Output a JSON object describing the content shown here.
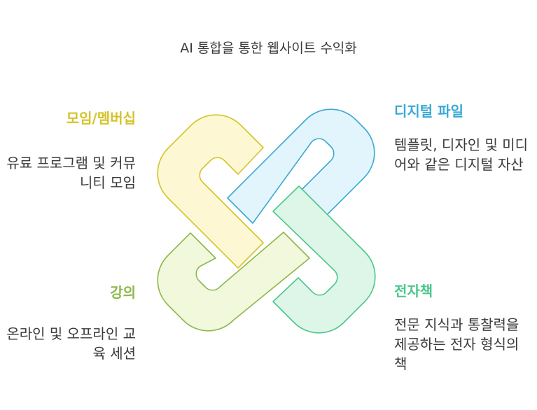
{
  "title": "AI 통합을 통한 웹사이트 수익화",
  "colors": {
    "membership": "#d4c32a",
    "digital": "#3aa8d6",
    "lectures": "#8db84a",
    "ebooks": "#4cc78c"
  },
  "items": [
    {
      "key": "membership",
      "heading": "모임/멤버십",
      "description": "유료 프로그램 및 커뮤니티 모임"
    },
    {
      "key": "digital",
      "heading": "디지털 파일",
      "description": "템플릿, 디자인 및 미디어와 같은 디지털 자산"
    },
    {
      "key": "lectures",
      "heading": "강의",
      "description": "온라인 및 오프라인 교육 세션"
    },
    {
      "key": "ebooks",
      "heading": "전자책",
      "description": "전문 지식과 통찰력을 제공하는 전자 형식의 책"
    }
  ]
}
